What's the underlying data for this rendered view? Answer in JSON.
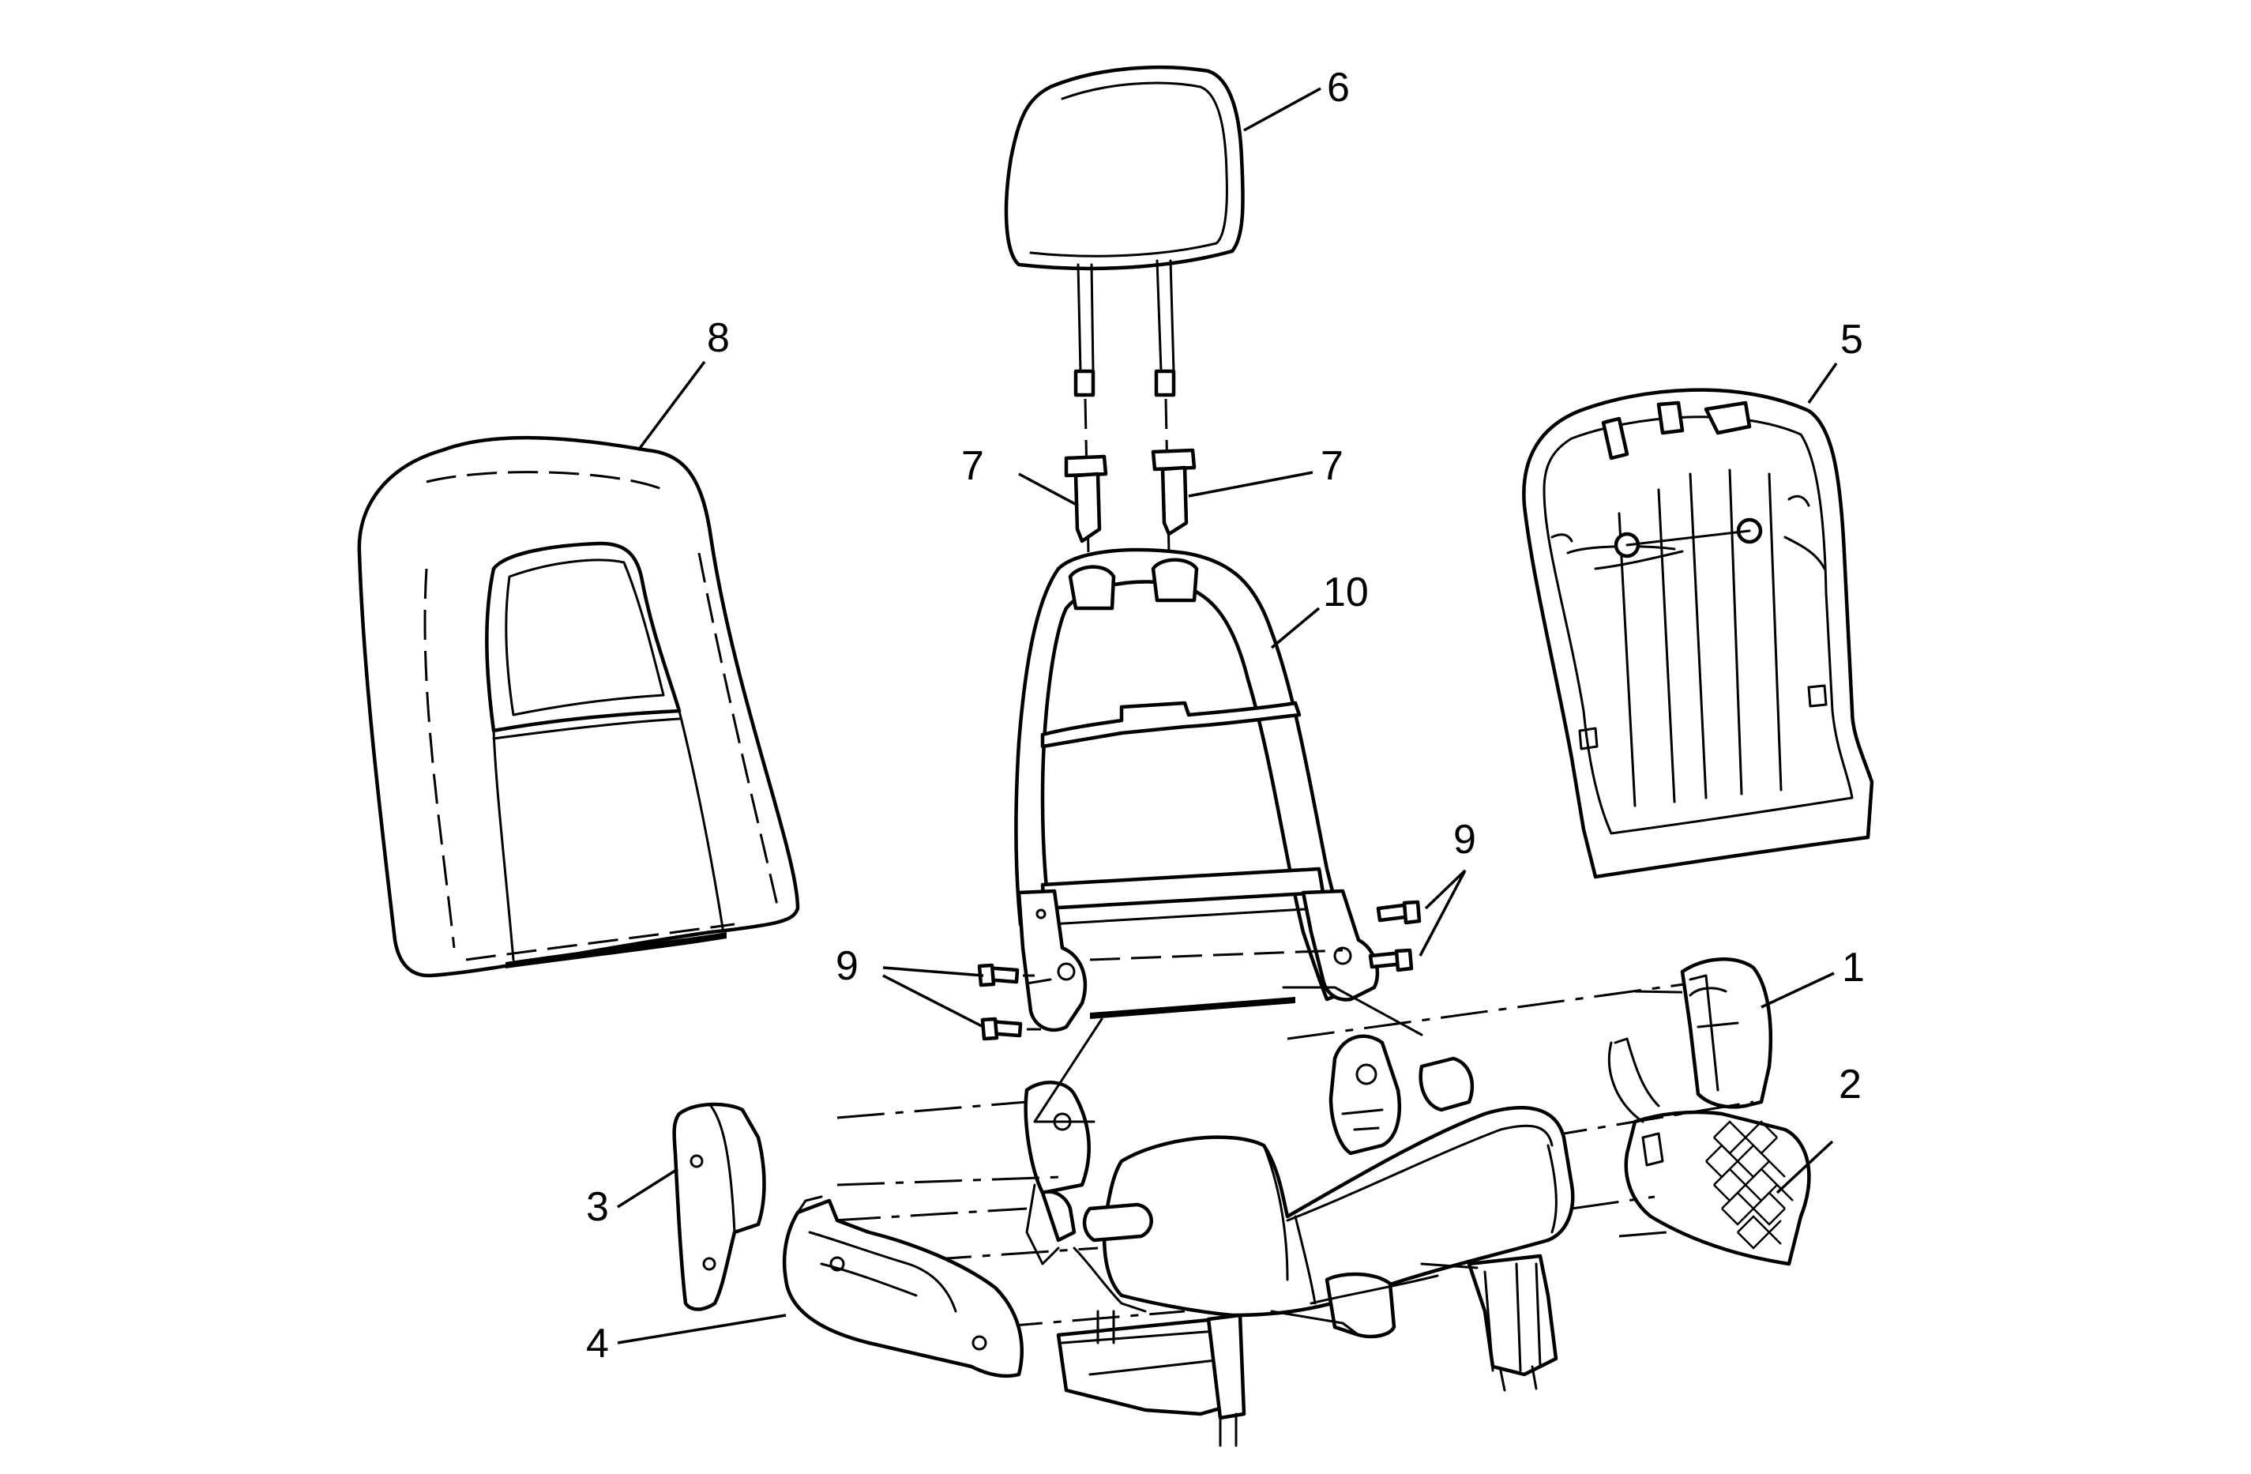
{
  "callouts": {
    "c1": "1",
    "c2": "2",
    "c3": "3",
    "c4": "4",
    "c5": "5",
    "c6": "6",
    "c7a": "7",
    "c7b": "7",
    "c8": "8",
    "c9a": "9",
    "c9b": "9",
    "c10": "10"
  }
}
